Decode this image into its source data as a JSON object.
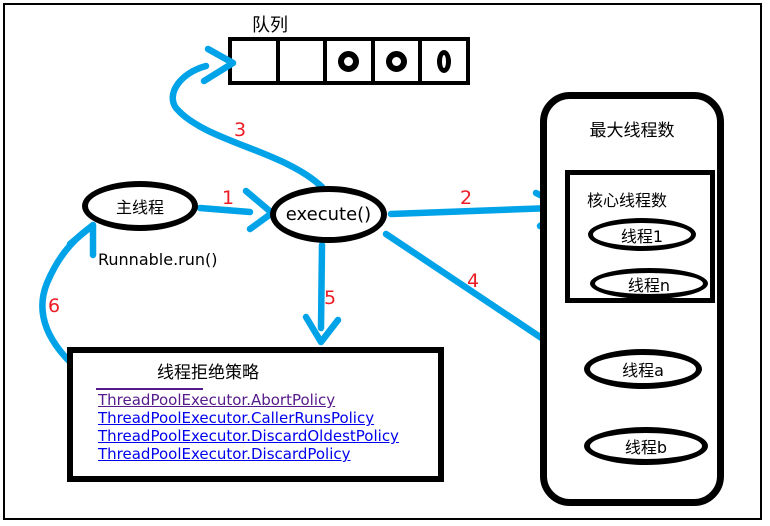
{
  "colors": {
    "arrow": "#00A2E8",
    "step_number": "#ED1C24",
    "link_blue": "#0000EE",
    "link_visited": "#551A8B",
    "ink": "#000000"
  },
  "queue": {
    "label": "队列",
    "cells": [
      "empty",
      "empty",
      "task",
      "task",
      "task"
    ]
  },
  "nodes": {
    "main_thread": "主线程",
    "execute": "execute()",
    "runnable_run": "Runnable.run()"
  },
  "pool": {
    "title": "最大线程数",
    "core": {
      "title": "核心线程数",
      "threads": [
        "线程1",
        "线程n"
      ]
    },
    "extra_threads": [
      "线程a",
      "线程b"
    ]
  },
  "rejection": {
    "title": "线程拒绝策略",
    "links": [
      "ThreadPoolExecutor.AbortPolicy",
      "ThreadPoolExecutor.CallerRunsPolicy",
      "ThreadPoolExecutor.DiscardOldestPolicy",
      "ThreadPoolExecutor.DiscardPolicy"
    ]
  },
  "steps": [
    "1",
    "2",
    "3",
    "4",
    "5",
    "6"
  ]
}
